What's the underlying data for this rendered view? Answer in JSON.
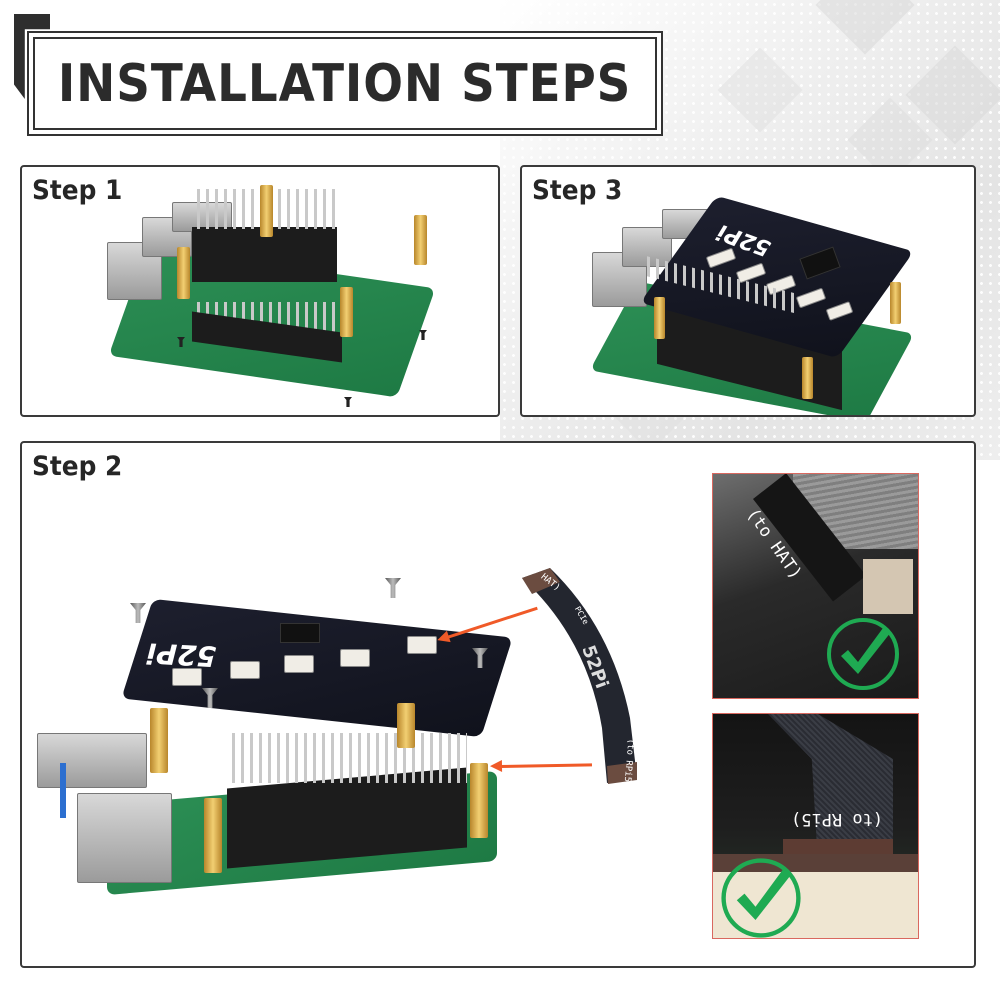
{
  "header": {
    "title": "INSTALLATION STEPS"
  },
  "steps": [
    {
      "id": "step-1",
      "label": "Step 1",
      "description_visual": "Raspberry Pi 5 board with four brass standoffs and screws positioned for mounting"
    },
    {
      "id": "step-2",
      "label": "Step 2",
      "description_visual": "HAT board lowered onto standoffs; FFC cable connects HAT to Raspberry Pi PCIe port",
      "hat_logo": "52Pi",
      "cable": {
        "logo": "52Pi",
        "text_top": "(to HAT)",
        "text_middle": "PCIe",
        "text_bottom": "(to RPi5)"
      },
      "details": [
        {
          "caption": "(to HAT)",
          "status": "correct",
          "status_icon": "check-circle-icon"
        },
        {
          "caption": "(to RPi5)",
          "status": "correct",
          "status_icon": "check-circle-icon"
        }
      ]
    },
    {
      "id": "step-3",
      "label": "Step 3",
      "description_visual": "Assembled HAT mounted on Raspberry Pi 5 with screws",
      "hat_logo": "52Pi"
    }
  ],
  "colors": {
    "frame": "#333333",
    "arrow": "#f05a28",
    "check": "#1faa52",
    "detail_border": "#d9685f"
  }
}
